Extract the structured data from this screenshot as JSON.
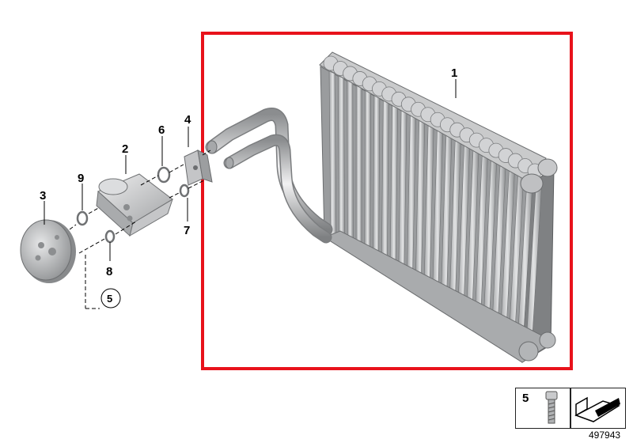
{
  "callouts": {
    "c1": "1",
    "c2": "2",
    "c3": "3",
    "c4": "4",
    "c5": "5",
    "c6": "6",
    "c7": "7",
    "c8": "8",
    "c9": "9"
  },
  "legend": {
    "part_number": "5",
    "image_id": "497943"
  },
  "colors": {
    "highlight_frame": "#e8121b",
    "part_metal": "#b9babc",
    "part_shadow": "#8e9092"
  },
  "icons": [
    "evaporator-icon",
    "expansion-valve-icon",
    "flange-icon",
    "gasket-icon",
    "o-ring-icon",
    "screw-icon",
    "arrow-wedge-icon"
  ]
}
